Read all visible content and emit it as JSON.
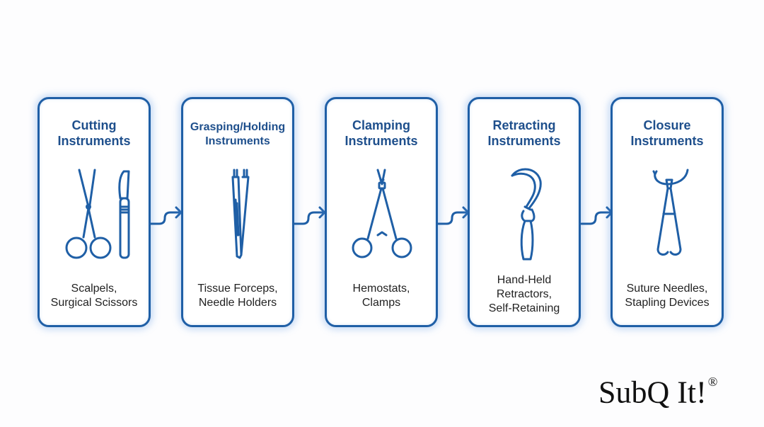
{
  "steps": [
    {
      "title": [
        "Cutting",
        "Instruments"
      ],
      "icon": "scissors-scalpel-icon",
      "desc": [
        "Scalpels,",
        "Surgical Scissors"
      ]
    },
    {
      "title": [
        "Grasping/Holding",
        "Instruments"
      ],
      "icon": "forceps-icon",
      "desc": [
        "Tissue Forceps,",
        "Needle Holders"
      ]
    },
    {
      "title": [
        "Clamping",
        "Instruments"
      ],
      "icon": "hemostat-icon",
      "desc": [
        "Hemostats,",
        "Clamps"
      ]
    },
    {
      "title": [
        "Retracting",
        "Instruments"
      ],
      "icon": "retractor-icon",
      "desc": [
        "Hand-Held",
        "Retractors,",
        "Self-Retaining"
      ]
    },
    {
      "title": [
        "Closure",
        "Instruments"
      ],
      "icon": "suture-needle-holder-icon",
      "desc": [
        "Suture Needles,",
        "Stapling Devices"
      ]
    }
  ],
  "logo": {
    "text": "SubQ It!",
    "mark": "®"
  },
  "colors": {
    "border": "#1f5fa6",
    "title": "#1e4f8c",
    "icon": "#1f5fa6",
    "glow": "#5a96e1"
  }
}
